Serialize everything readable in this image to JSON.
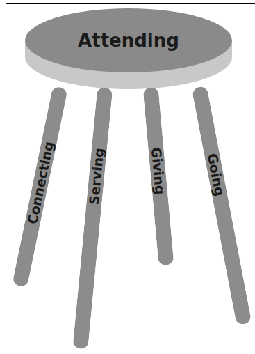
{
  "diagram": {
    "nodes": [
      {
        "text": [
          "Attending"
        ]
      },
      {
        "text": [
          "Connecting"
        ]
      },
      {
        "text": [
          "Serving"
        ]
      },
      {
        "text": [
          "Giving"
        ]
      },
      {
        "text": [
          "Going"
        ]
      }
    ]
  }
}
